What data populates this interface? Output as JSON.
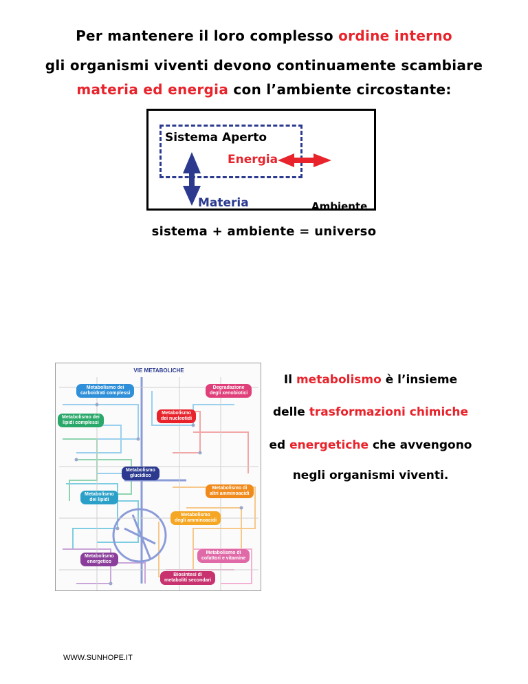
{
  "intro": {
    "line1": {
      "a": "Per mantenere il loro complesso ",
      "b": "ordine interno"
    },
    "line2": "gli organismi viventi devono continuamente scambiare",
    "line3": {
      "a": "materia ed energia",
      "b": " con l’ambiente circostante:"
    }
  },
  "diagram": {
    "system_label": "Sistema Aperto",
    "energy_label": "Energia",
    "matter_label": "Materia",
    "environment_label": "Ambiente",
    "equation": "sistema + ambiente = universo",
    "colors": {
      "dashed": "#2b3a8f",
      "energy": "#e8232b",
      "matter": "#2b3a8f"
    }
  },
  "metabolic_map": {
    "title": "VIE METABOLICHE",
    "labels": [
      {
        "text1": "Metabolismo dei",
        "text2": "carboidrati complessi",
        "color": "#2f8fd8"
      },
      {
        "text1": "Degradazione",
        "text2": "degli xenobiotici",
        "color": "#e0407a"
      },
      {
        "text1": "Metabolismo dei",
        "text2": "lipidi complessi",
        "color": "#2aa86a"
      },
      {
        "text1": "Metabolismo",
        "text2": "dei nucleotidi",
        "color": "#e8232b"
      },
      {
        "text1": "Metabolismo",
        "text2": "glucidico",
        "color": "#2b3a8f"
      },
      {
        "text1": "Metabolismo di",
        "text2": "altri amminoacidi",
        "color": "#f08a1c"
      },
      {
        "text1": "Metabolismo",
        "text2": "dei lipidi",
        "color": "#2aa0c8"
      },
      {
        "text1": "Metabolismo",
        "text2": "degli amminoacidi",
        "color": "#f5a623"
      },
      {
        "text1": "Metabolismo",
        "text2": "energetico",
        "color": "#8a3d9a"
      },
      {
        "text1": "Metabolismo di",
        "text2": "cofattori e vitamine",
        "color": "#e06aa8"
      },
      {
        "text1": "Biosintesi di",
        "text2": "metaboliti secondari",
        "color": "#c8326e"
      }
    ]
  },
  "definition": {
    "l1": {
      "a": "Il ",
      "b": "metabolismo",
      "c": " è l’insieme"
    },
    "l2": {
      "a": "delle ",
      "b": "trasformazioni chimiche"
    },
    "l3": {
      "a": "ed ",
      "b": "energetiche",
      "c": " che avvengono"
    },
    "l4": "negli organismi viventi."
  },
  "footer": "WWW.SUNHOPE.IT"
}
